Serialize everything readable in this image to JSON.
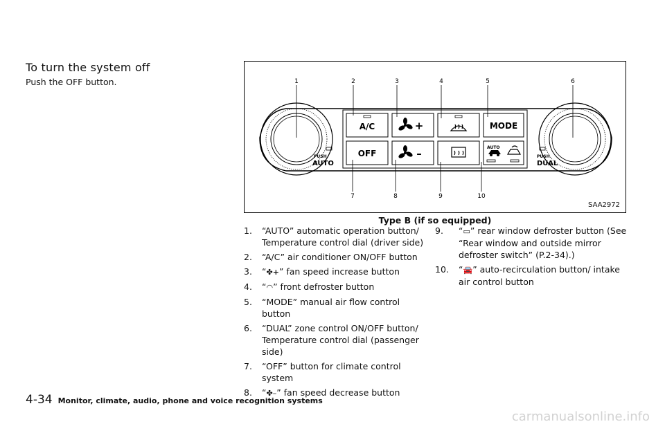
{
  "section": {
    "title": "To turn the system off",
    "intro": "Push the OFF button."
  },
  "figure": {
    "code": "SAA2972",
    "caption": "Type B (if so equipped)",
    "callouts": [
      "1",
      "2",
      "3",
      "4",
      "5",
      "6",
      "7",
      "8",
      "9",
      "10"
    ],
    "buttons": {
      "ac": "A/C",
      "off": "OFF",
      "mode": "MODE",
      "auto_small": "AUTO",
      "plus": "+",
      "minus": "–"
    },
    "left_dial": {
      "push": "PUSH",
      "label": "AUTO"
    },
    "right_dial": {
      "push": "PUSH",
      "label": "DUAL"
    }
  },
  "items": [
    {
      "num": "1.",
      "text": "“AUTO” automatic operation button/ Temperature control dial (driver side)"
    },
    {
      "num": "2.",
      "text": "“A/C” air conditioner ON/OFF button"
    },
    {
      "num": "3.",
      "pre": "“",
      "glyph": "fan-plus-icon",
      "post": "” fan speed increase button"
    },
    {
      "num": "4.",
      "pre": "“",
      "glyph": "front-defroster-icon",
      "post": "” front defroster button"
    },
    {
      "num": "5.",
      "text": "“MODE” manual air flow control button"
    },
    {
      "num": "6.",
      "text": "“DUAL” zone control ON/OFF button/ Temperature control dial (passenger side)"
    },
    {
      "num": "7.",
      "text": "“OFF” button for climate control system"
    },
    {
      "num": "8.",
      "pre": "“",
      "glyph": "fan-minus-icon",
      "post": "” fan speed decrease button"
    },
    {
      "num": "9.",
      "pre": "“",
      "glyph": "rear-defroster-icon",
      "post": "” rear window defroster button (See “Rear window and outside mirror defroster switch” (P.2-34).)"
    },
    {
      "num": "10.",
      "pre": "“",
      "glyph": "auto-recirculation-icon",
      "post": "” auto-recirculation button/ intake air control button"
    }
  ],
  "footer": {
    "page": "4-34",
    "title": "Monitor, climate, audio, phone and voice recognition systems"
  },
  "watermark": "carmanualsonline.info"
}
